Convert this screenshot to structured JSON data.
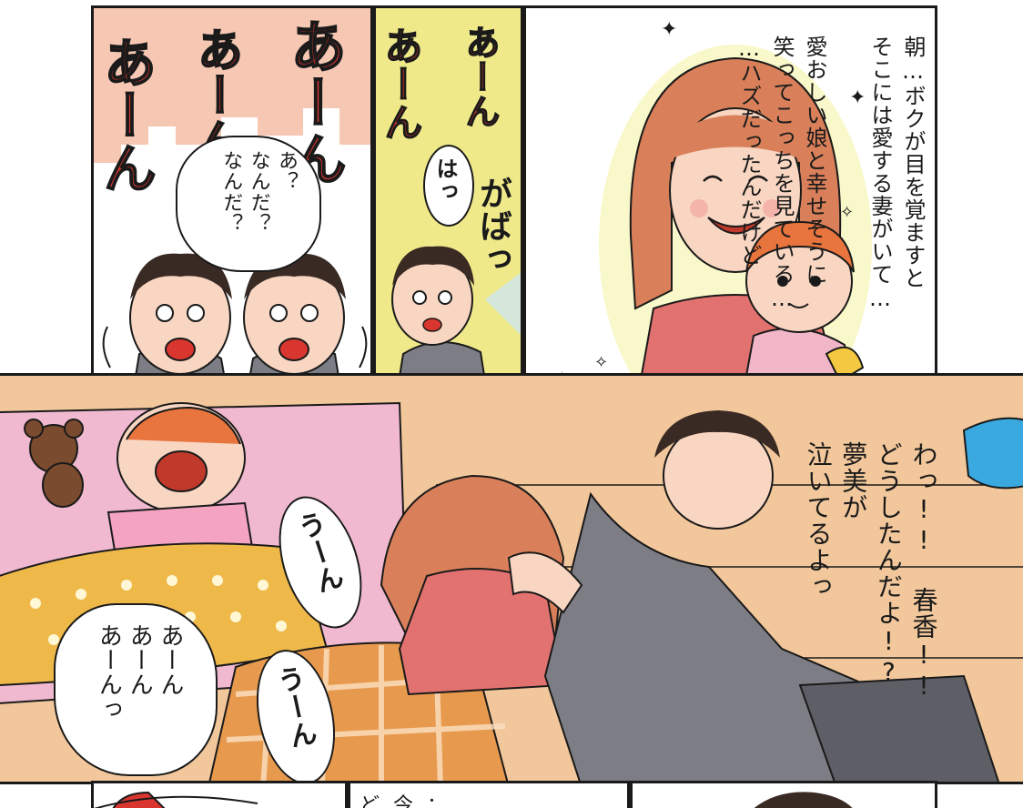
{
  "panel1": {
    "narration": "朝…ボクが目を覚ますと\nそこには愛する妻がいて…\n\n愛おしい娘と幸せそうに\n笑ってこっちを見ている…\n…ハズだったんだけど"
  },
  "panel2": {
    "sfx_wail": "あーん",
    "sfx_wail2": "あーん",
    "sfx_gasp": "はっ",
    "sfx_jump": "がばっ"
  },
  "panel3": {
    "sfx_wail": "あーん",
    "sfx_wail2": "あーん",
    "sfx_wail3": "あーん",
    "bubble_confused": "あ？\nなんだ？\nなんだ？"
  },
  "panel4": {
    "dialogue_husband": "わっ!! 春香!!\nどうしたんだよ!?\n夢美が\n泣いてるよっ",
    "sfx_groan1": "うーん",
    "sfx_groan2": "うーん",
    "bubble_baby": "あーん\nあーん\nあーんっ"
  },
  "bottom_strip": {
    "partial_text": "ど 今 ："
  },
  "colors": {
    "wail_red": "#d8362f",
    "wail_bg": "#f6c7b3",
    "yellow_bg": "#efe98a",
    "pink_shirt": "#e2726f",
    "hair": "#d9805a",
    "gray_shirt": "#7d7d85",
    "floor": "#f2c79b",
    "blanket": "#e79a4e",
    "blue_pillow": "#3aa9e0"
  }
}
